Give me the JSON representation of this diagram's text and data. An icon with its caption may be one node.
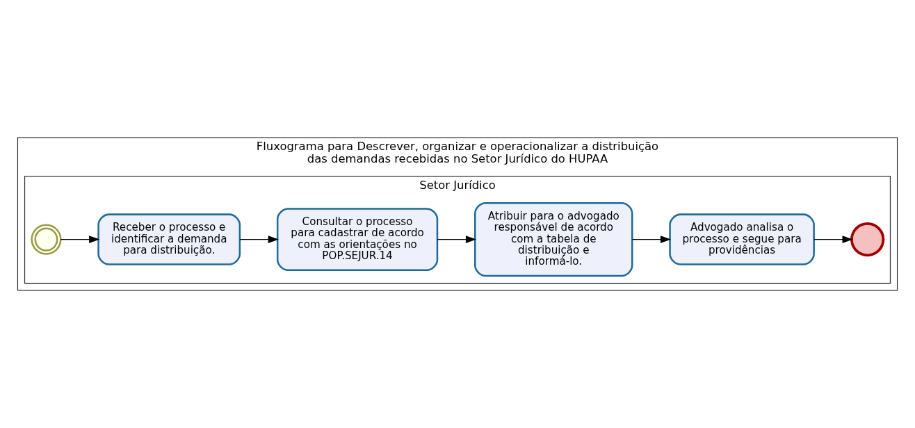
{
  "diagram": {
    "nodes": [
      {
        "text": [
          "Fluxograma para Descrever, organizar e operacionalizar a distribuição das demandas recebidas no Setor Jurídico do HUPAA"
        ]
      },
      {
        "text": [
          "Setor Jurídico"
        ],
        "in": 0
      },
      {
        "text": [],
        "shape": "circle",
        "in": 1
      },
      {
        "text": [
          "Receber o processo e identificar a demanda para distribuição."
        ],
        "in": 1
      },
      {
        "text": [
          "Consultar o processo para cadastrar de acordo com as orientações no POP.SEJUR.14"
        ],
        "in": 1
      },
      {
        "text": [
          "Atribuir para o advogado responsável de acordo com a tabela de distribuição e informá-lo."
        ],
        "in": 1
      },
      {
        "text": [
          "Advogado analisa o processo e segue para providências"
        ],
        "in": 1
      },
      {
        "text": [],
        "shape": "circle",
        "in": 1
      }
    ],
    "edges": [
      {
        "from": 2,
        "to": 3,
        "arrow": "to"
      },
      {
        "from": 3,
        "to": 4,
        "arrow": "to"
      },
      {
        "from": 4,
        "to": 5,
        "arrow": "to"
      },
      {
        "from": 5,
        "to": 6,
        "arrow": "to"
      },
      {
        "from": 6,
        "to": 7,
        "arrow": "to"
      }
    ]
  }
}
